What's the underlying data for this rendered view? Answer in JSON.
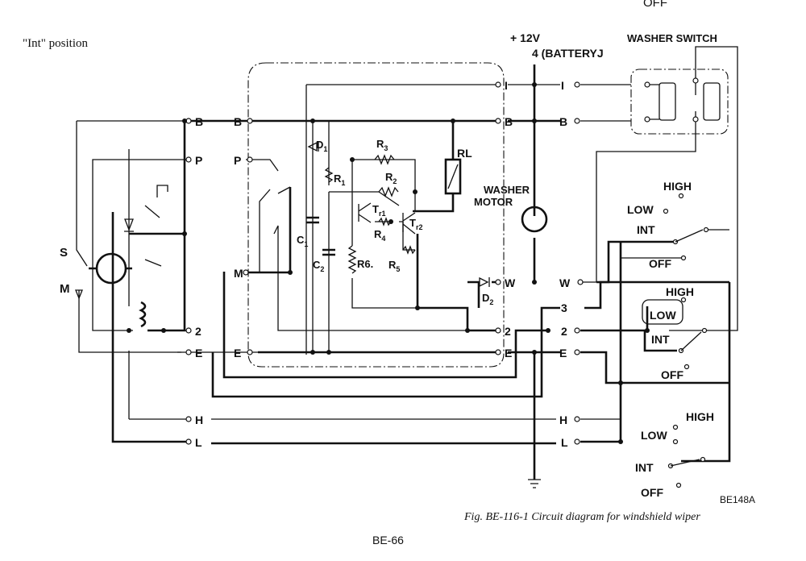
{
  "page": {
    "top_fragment": "OFF",
    "position_label": "\"Int\" position",
    "code": "BE148A",
    "caption": "Fig. BE-116-1   Circuit diagram for windshield wiper",
    "page_number": "BE-66"
  },
  "labels": {
    "plus12v": "+ 12V",
    "battery": "4 (BATTERYJ",
    "washer_switch": "WASHER SWITCH",
    "washer_motor_1": "WASHER",
    "washer_motor_2": "MOTOR",
    "relay": "RL",
    "motor_S": "S",
    "motor_M": "M",
    "high": "HIGH",
    "low": "LOW",
    "int": "INT",
    "off": "OFF"
  },
  "components": {
    "D1": "D",
    "D1_sub": "1",
    "D2": "D",
    "D2_sub": "2",
    "R1": "R",
    "R1_sub": "1",
    "R2": "R",
    "R2_sub": "2",
    "R3": "R",
    "R3_sub": "3",
    "R4": "R",
    "R4_sub": "4",
    "R5": "R",
    "R5_sub": "5",
    "R6": "R6.",
    "C1": "C",
    "C1_sub": "1",
    "C2": "C",
    "C2_sub": "2",
    "Tr1": "T",
    "Tr1_sub": "r1",
    "Tr2": "T",
    "Tr2_sub": "r2"
  },
  "terminals": {
    "motor_side": [
      "B",
      "P",
      "M",
      "2",
      "E",
      "H",
      "L"
    ],
    "amp_left": [
      "B",
      "P",
      "E"
    ],
    "amp_right": [
      "I",
      "B",
      "W",
      "2",
      "E"
    ],
    "switch_side": [
      "I",
      "B",
      "W",
      "3",
      "2",
      "E",
      "H",
      "L"
    ]
  }
}
